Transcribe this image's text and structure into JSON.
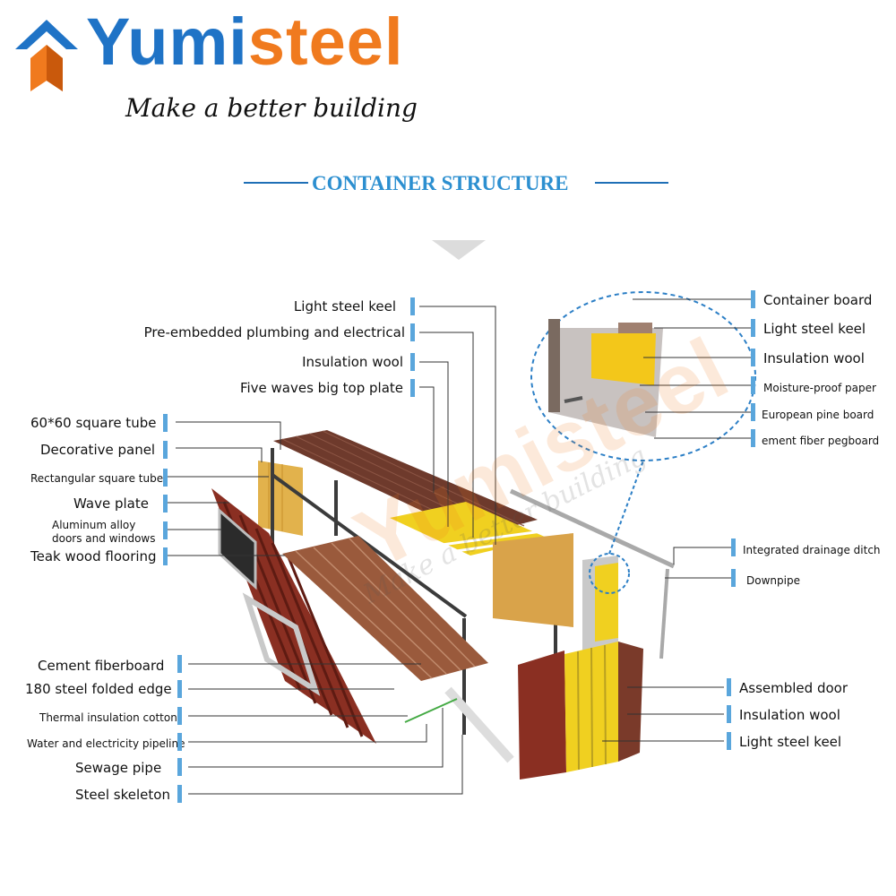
{
  "header": {
    "brand_primary": "Yumi",
    "brand_accent": "steel",
    "slogan": "Make a better building",
    "section_title": "CONTAINER STRUCTURE"
  },
  "watermark": {
    "brand": "Yumisteel",
    "slogan": "Make a better building"
  },
  "colors": {
    "brand_blue": "#1f73c6",
    "brand_orange": "#f07a1e",
    "title_blue": "#2c8fd0",
    "label_bar": "#5aa6dc",
    "insulation_yellow": "#f3d21a",
    "container_red": "#7a2a1e"
  },
  "labels": {
    "top_center": [
      "Light steel keel",
      "Pre-embedded plumbing and electrical",
      "Insulation wool",
      "Five waves big top plate"
    ],
    "left_upper": [
      "60*60 square tube",
      "Decorative panel",
      "Rectangular square tube",
      "Wave plate",
      "Aluminum alloy",
      "doors and windows",
      "Teak wood flooring"
    ],
    "right_upper": [
      "Container board",
      "Light steel keel",
      "Insulation wool",
      "Moisture-proof paper",
      "European pine board",
      "ement fiber pegboard"
    ],
    "right_middle": [
      "Integrated drainage ditch",
      "Downpipe"
    ],
    "left_lower": [
      "Cement fiberboard",
      "180 steel folded edge",
      "Thermal insulation cotton",
      "Water and electricity pipeline",
      "Sewage pipe",
      "Steel skeleton"
    ],
    "right_lower": [
      "Assembled door",
      "Insulation wool",
      "Light steel keel"
    ]
  }
}
